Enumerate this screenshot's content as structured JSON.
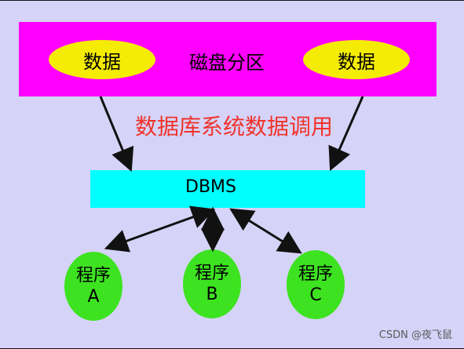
{
  "diagram": {
    "partition": {
      "title": "磁盘分区",
      "data_left": "数据",
      "data_right": "数据"
    },
    "call_label": "数据库系统数据调用",
    "dbms_label": "DBMS",
    "programs": [
      {
        "line1": "程序",
        "line2": "A"
      },
      {
        "line1": "程序",
        "line2": "B"
      },
      {
        "line1": "程序",
        "line2": "C"
      }
    ],
    "watermark": "CSDN @夜飞鼠"
  },
  "colors": {
    "background": "#d6d3f8",
    "partition": "#ff00ff",
    "data": "#f5ec05",
    "dbms": "#00ffff",
    "program": "#3de320",
    "label": "#f0332a"
  }
}
